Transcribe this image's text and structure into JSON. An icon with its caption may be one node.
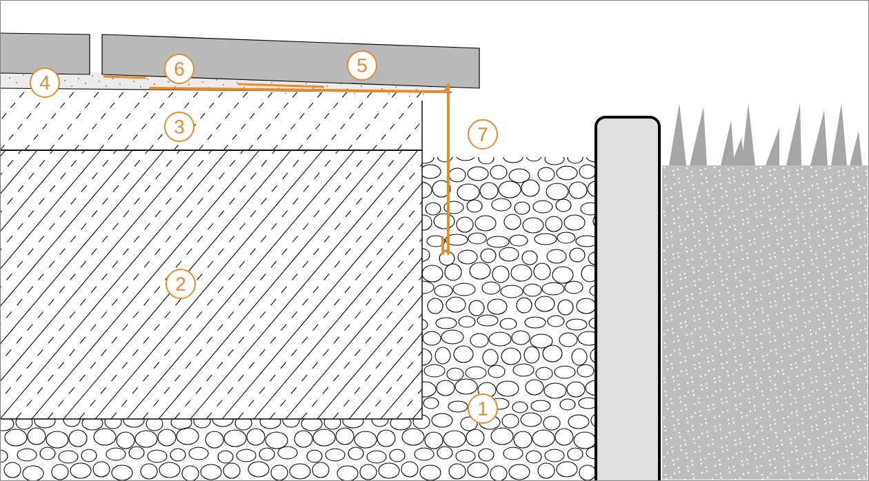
{
  "diagram": {
    "labels": [
      "6",
      "5",
      "4",
      "3",
      "7",
      "2",
      "1"
    ]
  }
}
